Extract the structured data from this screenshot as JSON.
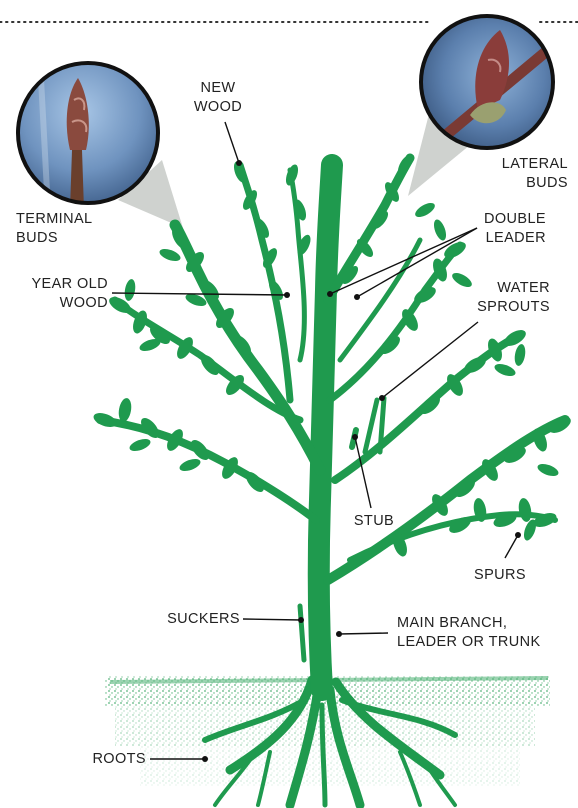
{
  "labels": {
    "new_wood": [
      "NEW",
      "WOOD"
    ],
    "lateral_buds": [
      "LATERAL",
      "BUDS"
    ],
    "terminal_buds": [
      "TERMINAL",
      "BUDS"
    ],
    "double_leader": [
      "DOUBLE",
      "LEADER"
    ],
    "year_old_wood": [
      "YEAR OLD",
      "WOOD"
    ],
    "water_sprouts": [
      "WATER",
      "SPROUTS"
    ],
    "stub": "STUB",
    "spurs": "SPURS",
    "suckers": "SUCKERS",
    "main_branch": [
      "MAIN BRANCH,",
      "LEADER OR TRUNK"
    ],
    "roots": "ROOTS"
  },
  "colors": {
    "tree": "#1f9a4e",
    "ground": "#3aa865",
    "line": "#111111",
    "text": "#222222",
    "bud_bg": "#5d7fa8",
    "bud": "#7a3a34"
  }
}
